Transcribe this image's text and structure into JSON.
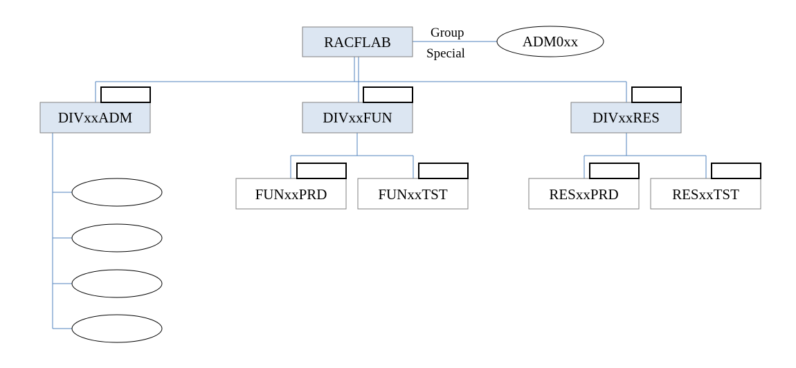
{
  "root": {
    "label": "RACFLAB"
  },
  "connection": {
    "label_group": "Group",
    "label_special": "Special",
    "target_label": "ADM0xx"
  },
  "divisions": [
    {
      "label": "DIVxxADM"
    },
    {
      "label": "DIVxxFUN"
    },
    {
      "label": "DIVxxRES"
    }
  ],
  "subgroups": [
    {
      "label": "FUNxxPRD"
    },
    {
      "label": "FUNxxTST"
    },
    {
      "label": "RESxxPRD"
    },
    {
      "label": "RESxxTST"
    }
  ],
  "adm_members": [
    "",
    "",
    "",
    ""
  ],
  "colors": {
    "connector": "#4f81bd",
    "shaded_fill": "#dce6f2",
    "border": "#7f7f7f"
  }
}
